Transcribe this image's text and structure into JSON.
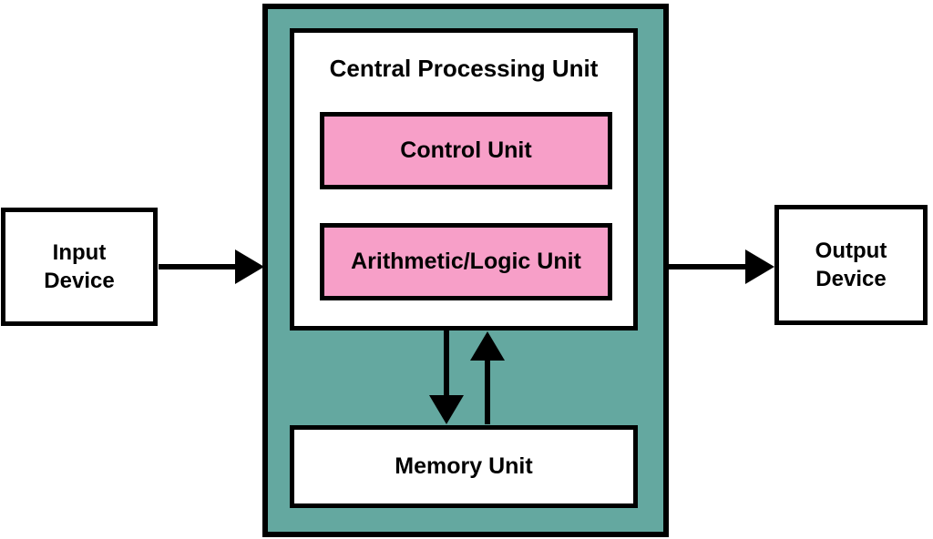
{
  "diagram": {
    "kind": "block-diagram",
    "subject": "Computer architecture / CPU block diagram"
  },
  "nodes": {
    "input_device": {
      "label": "Input\nDevice"
    },
    "output_device": {
      "label": "Output\nDevice"
    },
    "cpu": {
      "title": "Central Processing Unit"
    },
    "control_unit": {
      "label": "Control Unit"
    },
    "alu_unit": {
      "label": "Arithmetic/Logic Unit"
    },
    "memory_unit": {
      "label": "Memory Unit"
    }
  },
  "edges": [
    {
      "from": "input_device",
      "to": "cpu",
      "direction": "right"
    },
    {
      "from": "cpu",
      "to": "output_device",
      "direction": "right"
    },
    {
      "from": "cpu",
      "to": "memory_unit",
      "direction": "down"
    },
    {
      "from": "memory_unit",
      "to": "cpu",
      "direction": "up"
    }
  ],
  "colors": {
    "cpu_fill": "#64a8a0",
    "unit_fill": "#f79fc8",
    "io_fill": "#ffffff",
    "border": "#000000",
    "background": "#ffffff",
    "text": "#000000"
  }
}
